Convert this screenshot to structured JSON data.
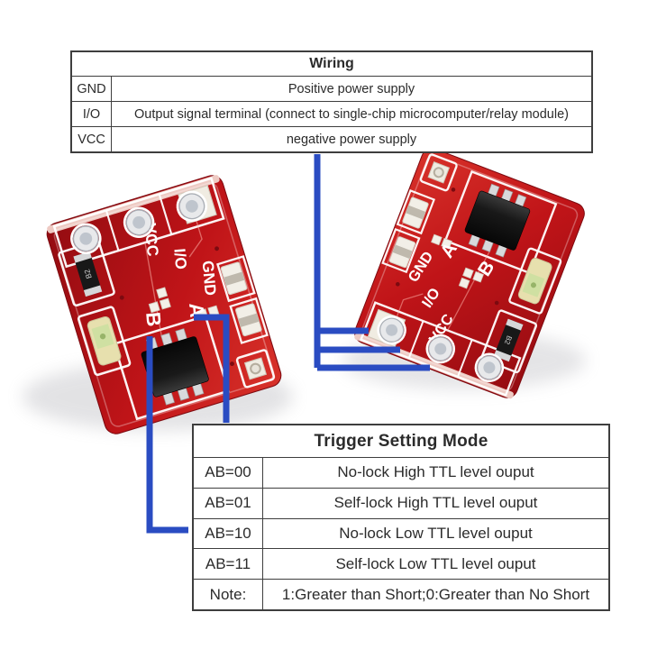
{
  "wiring_table": {
    "title": "Wiring",
    "rows": [
      {
        "pin": "GND",
        "desc": "Positive power supply"
      },
      {
        "pin": "I/O",
        "desc": "Output signal terminal (connect to single-chip microcomputer/relay module)"
      },
      {
        "pin": "VCC",
        "desc": "negative power supply"
      }
    ]
  },
  "trigger_table": {
    "title": "Trigger Setting Mode",
    "rows": [
      {
        "mode": "AB=00",
        "desc": "No-lock High TTL level ouput"
      },
      {
        "mode": "AB=01",
        "desc": "Self-lock High TTL level ouput"
      },
      {
        "mode": "AB=10",
        "desc": "No-lock Low TTL level ouput"
      },
      {
        "mode": "AB=11",
        "desc": "Self-lock Low TTL level ouput"
      },
      {
        "mode": "Note:",
        "desc": "1:Greater than Short;0:Greater than No Short"
      }
    ]
  },
  "pcb": {
    "labels": {
      "gnd": "GND",
      "io": "I/O",
      "vcc": "VCC",
      "a": "A",
      "b": "B",
      "diode": "B2"
    }
  },
  "colors": {
    "connector_blue": "#2a4cc2",
    "board_red": "#c01418",
    "silkscreen": "#ffffff",
    "table_border": "#3e3e3e"
  }
}
